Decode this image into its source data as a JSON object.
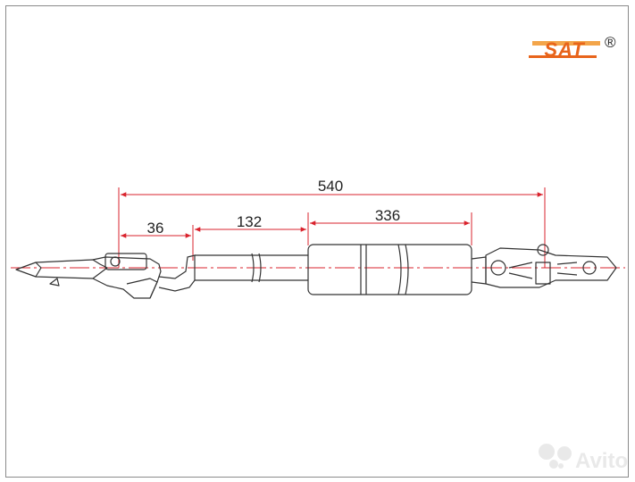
{
  "brand": {
    "logo_text": "SAT",
    "registered_mark": "®",
    "color": "#e8641b"
  },
  "dimensions": {
    "overall": "540",
    "rod_end": "36",
    "rod": "132",
    "cylinder": "336"
  },
  "watermark": {
    "text": "Avito",
    "icon": "avito-dots-icon"
  },
  "colors": {
    "dimension_line": "#d9232d",
    "outline": "#333333",
    "centerline": "#d9232d"
  }
}
